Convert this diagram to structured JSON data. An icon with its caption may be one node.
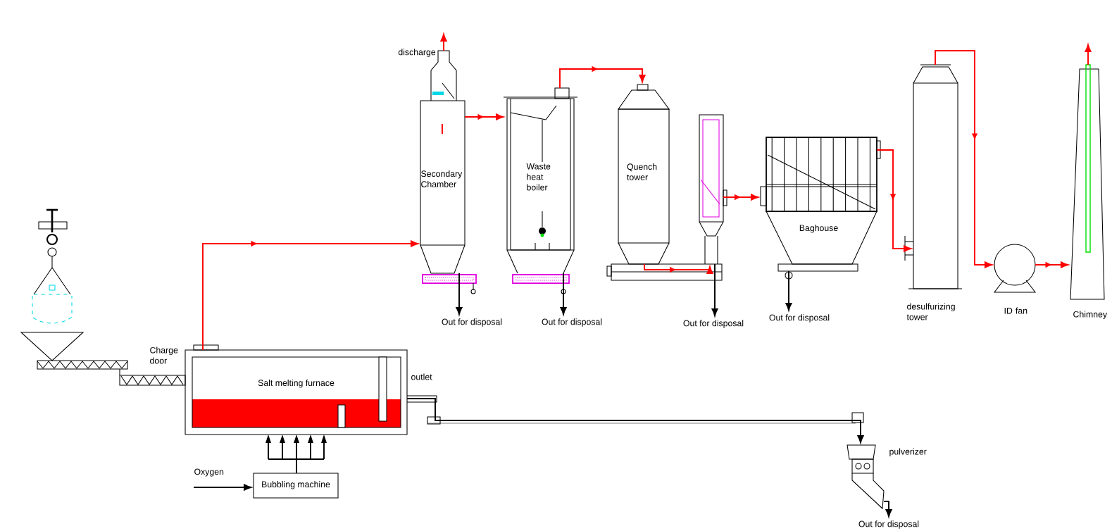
{
  "diagram": {
    "nodes": [
      {
        "text": [
          "Salt melting furnace"
        ],
        "beside": [
          "outlet"
        ]
      },
      {
        "text": [
          "Secondary Chamber"
        ]
      },
      {
        "text": [
          "Waste heat boiler"
        ]
      },
      {
        "text": [
          "Quench tower"
        ]
      },
      {
        "text": [],
        "shape": "cylinder"
      },
      {
        "text": [
          "Baghouse"
        ]
      },
      {
        "text": [
          "desulfurizing tower"
        ]
      },
      {
        "text": [
          "ID fan"
        ]
      },
      {
        "text": [
          "Chimney"
        ]
      },
      {
        "text": [
          "Bubbling machine"
        ]
      },
      {
        "text": [
          "pulverizer"
        ]
      },
      {
        "text": [
          "Out for disposal"
        ]
      },
      {
        "text": [
          "Out for disposal"
        ]
      },
      {
        "text": [
          "Out for disposal"
        ]
      },
      {
        "text": [
          "Out for disposal"
        ]
      },
      {
        "text": [
          "Out for disposal"
        ]
      }
    ],
    "edges": [
      {
        "from": 0,
        "to": 1,
        "arrow": "to"
      },
      {
        "from": 1,
        "to": 2,
        "arrow": "to"
      },
      {
        "from": 2,
        "to": 3,
        "arrow": "to"
      },
      {
        "from": 3,
        "to": 4,
        "arrow": "to"
      },
      {
        "from": 4,
        "to": 5,
        "arrow": "to"
      },
      {
        "from": 5,
        "to": 6,
        "arrow": "to"
      },
      {
        "from": 6,
        "to": 7,
        "arrow": "to"
      },
      {
        "from": 7,
        "to": 8,
        "arrow": "to"
      },
      {
        "from": 1,
        "to": null,
        "arrow": "to",
        "label": "discharge"
      },
      {
        "from": 8,
        "to": null,
        "arrow": "to"
      },
      {
        "from": null,
        "to": 9,
        "arrow": "to",
        "color": "#000000"
      },
      {
        "from": 9,
        "to": 0,
        "arrow": "to",
        "color": "#000000"
      },
      {
        "from": 0,
        "to": 10,
        "arrow": "to",
        "color": "#000000"
      },
      {
        "from": 1,
        "to": 11,
        "arrow": "to",
        "color": "#000000"
      },
      {
        "from": 2,
        "to": 12,
        "arrow": "to",
        "color": "#000000"
      },
      {
        "from": 4,
        "to": 13,
        "arrow": "to",
        "color": "#000000"
      },
      {
        "from": 5,
        "to": 14,
        "arrow": "to",
        "color": "#000000"
      },
      {
        "from": 10,
        "to": 15,
        "arrow": "to",
        "color": "#000000"
      }
    ],
    "labels": [
      "Charge door",
      "Oxygen"
    ]
  }
}
